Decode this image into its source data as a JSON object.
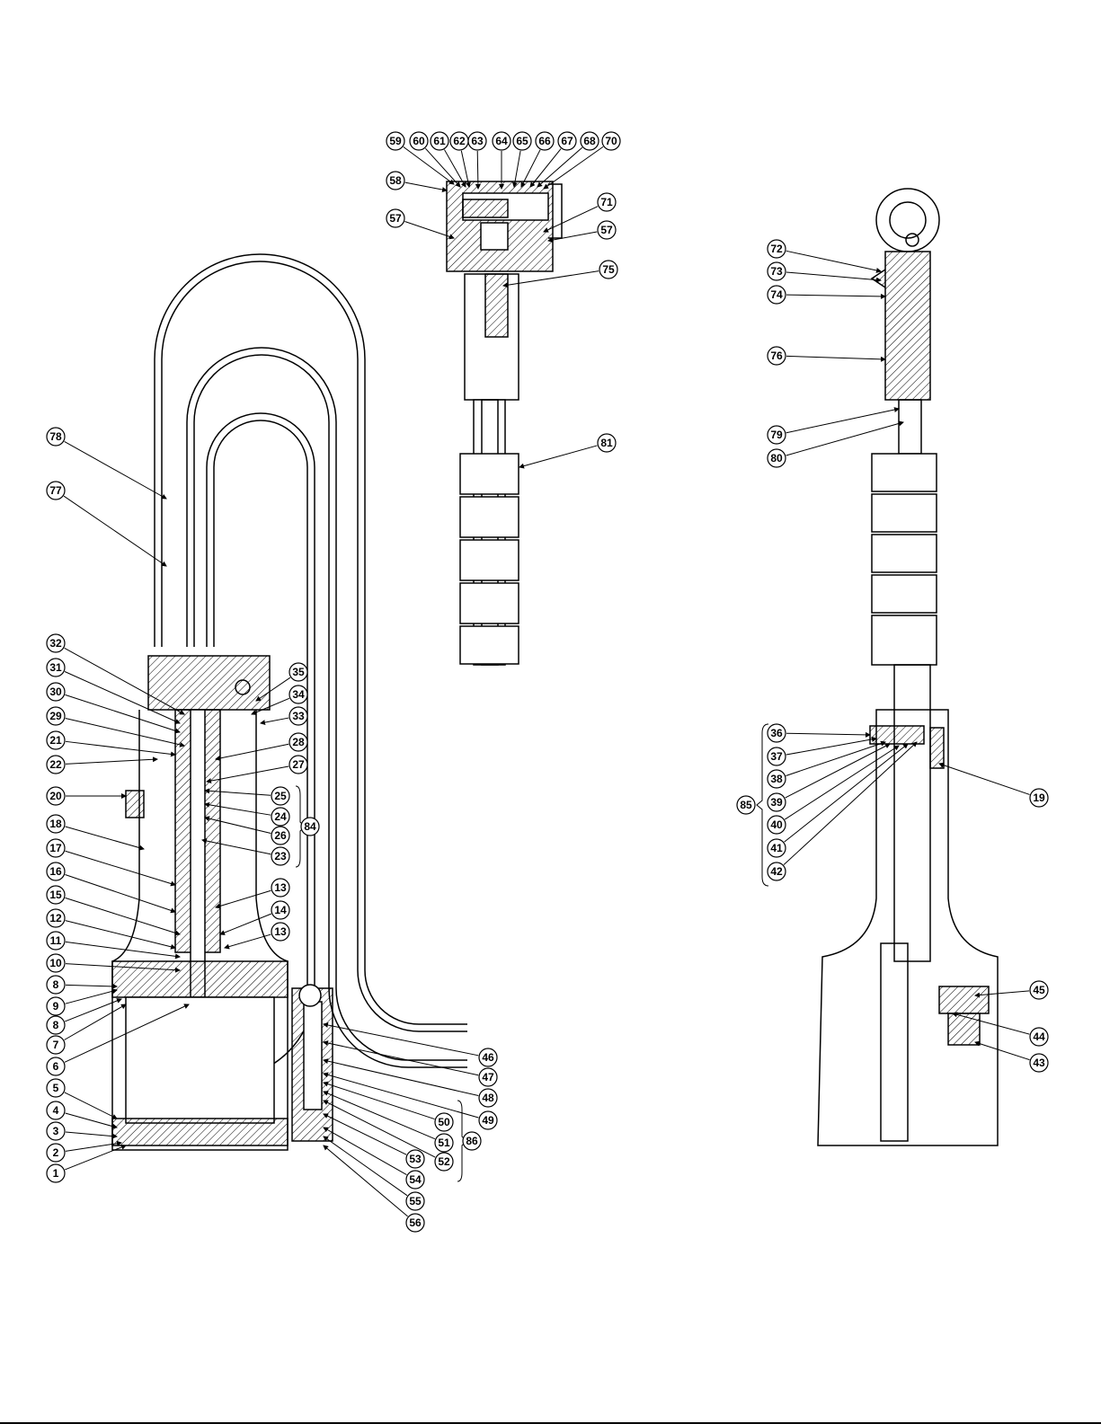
{
  "diagram": {
    "type": "exploded sectional parts diagram",
    "callouts": [
      "59",
      "60",
      "61",
      "62",
      "63",
      "64",
      "65",
      "66",
      "67",
      "68",
      "70",
      "58",
      "57",
      "71",
      "57",
      "75",
      "72",
      "73",
      "74",
      "76",
      "79",
      "80",
      "81",
      "78",
      "77",
      "32",
      "31",
      "30",
      "29",
      "21",
      "22",
      "20",
      "18",
      "17",
      "16",
      "15",
      "12",
      "11",
      "10",
      "8",
      "9",
      "8",
      "7",
      "6",
      "5",
      "4",
      "3",
      "2",
      "1",
      "35",
      "34",
      "33",
      "28",
      "27",
      "25",
      "24",
      "26",
      "23",
      "84",
      "13",
      "14",
      "13",
      "46",
      "47",
      "48",
      "49",
      "50",
      "51",
      "52",
      "86",
      "53",
      "54",
      "55",
      "56",
      "36",
      "37",
      "38",
      "39",
      "40",
      "41",
      "42",
      "85",
      "19",
      "45",
      "44",
      "43"
    ],
    "colors": {
      "line": "#000000",
      "background": "#ffffff"
    }
  }
}
